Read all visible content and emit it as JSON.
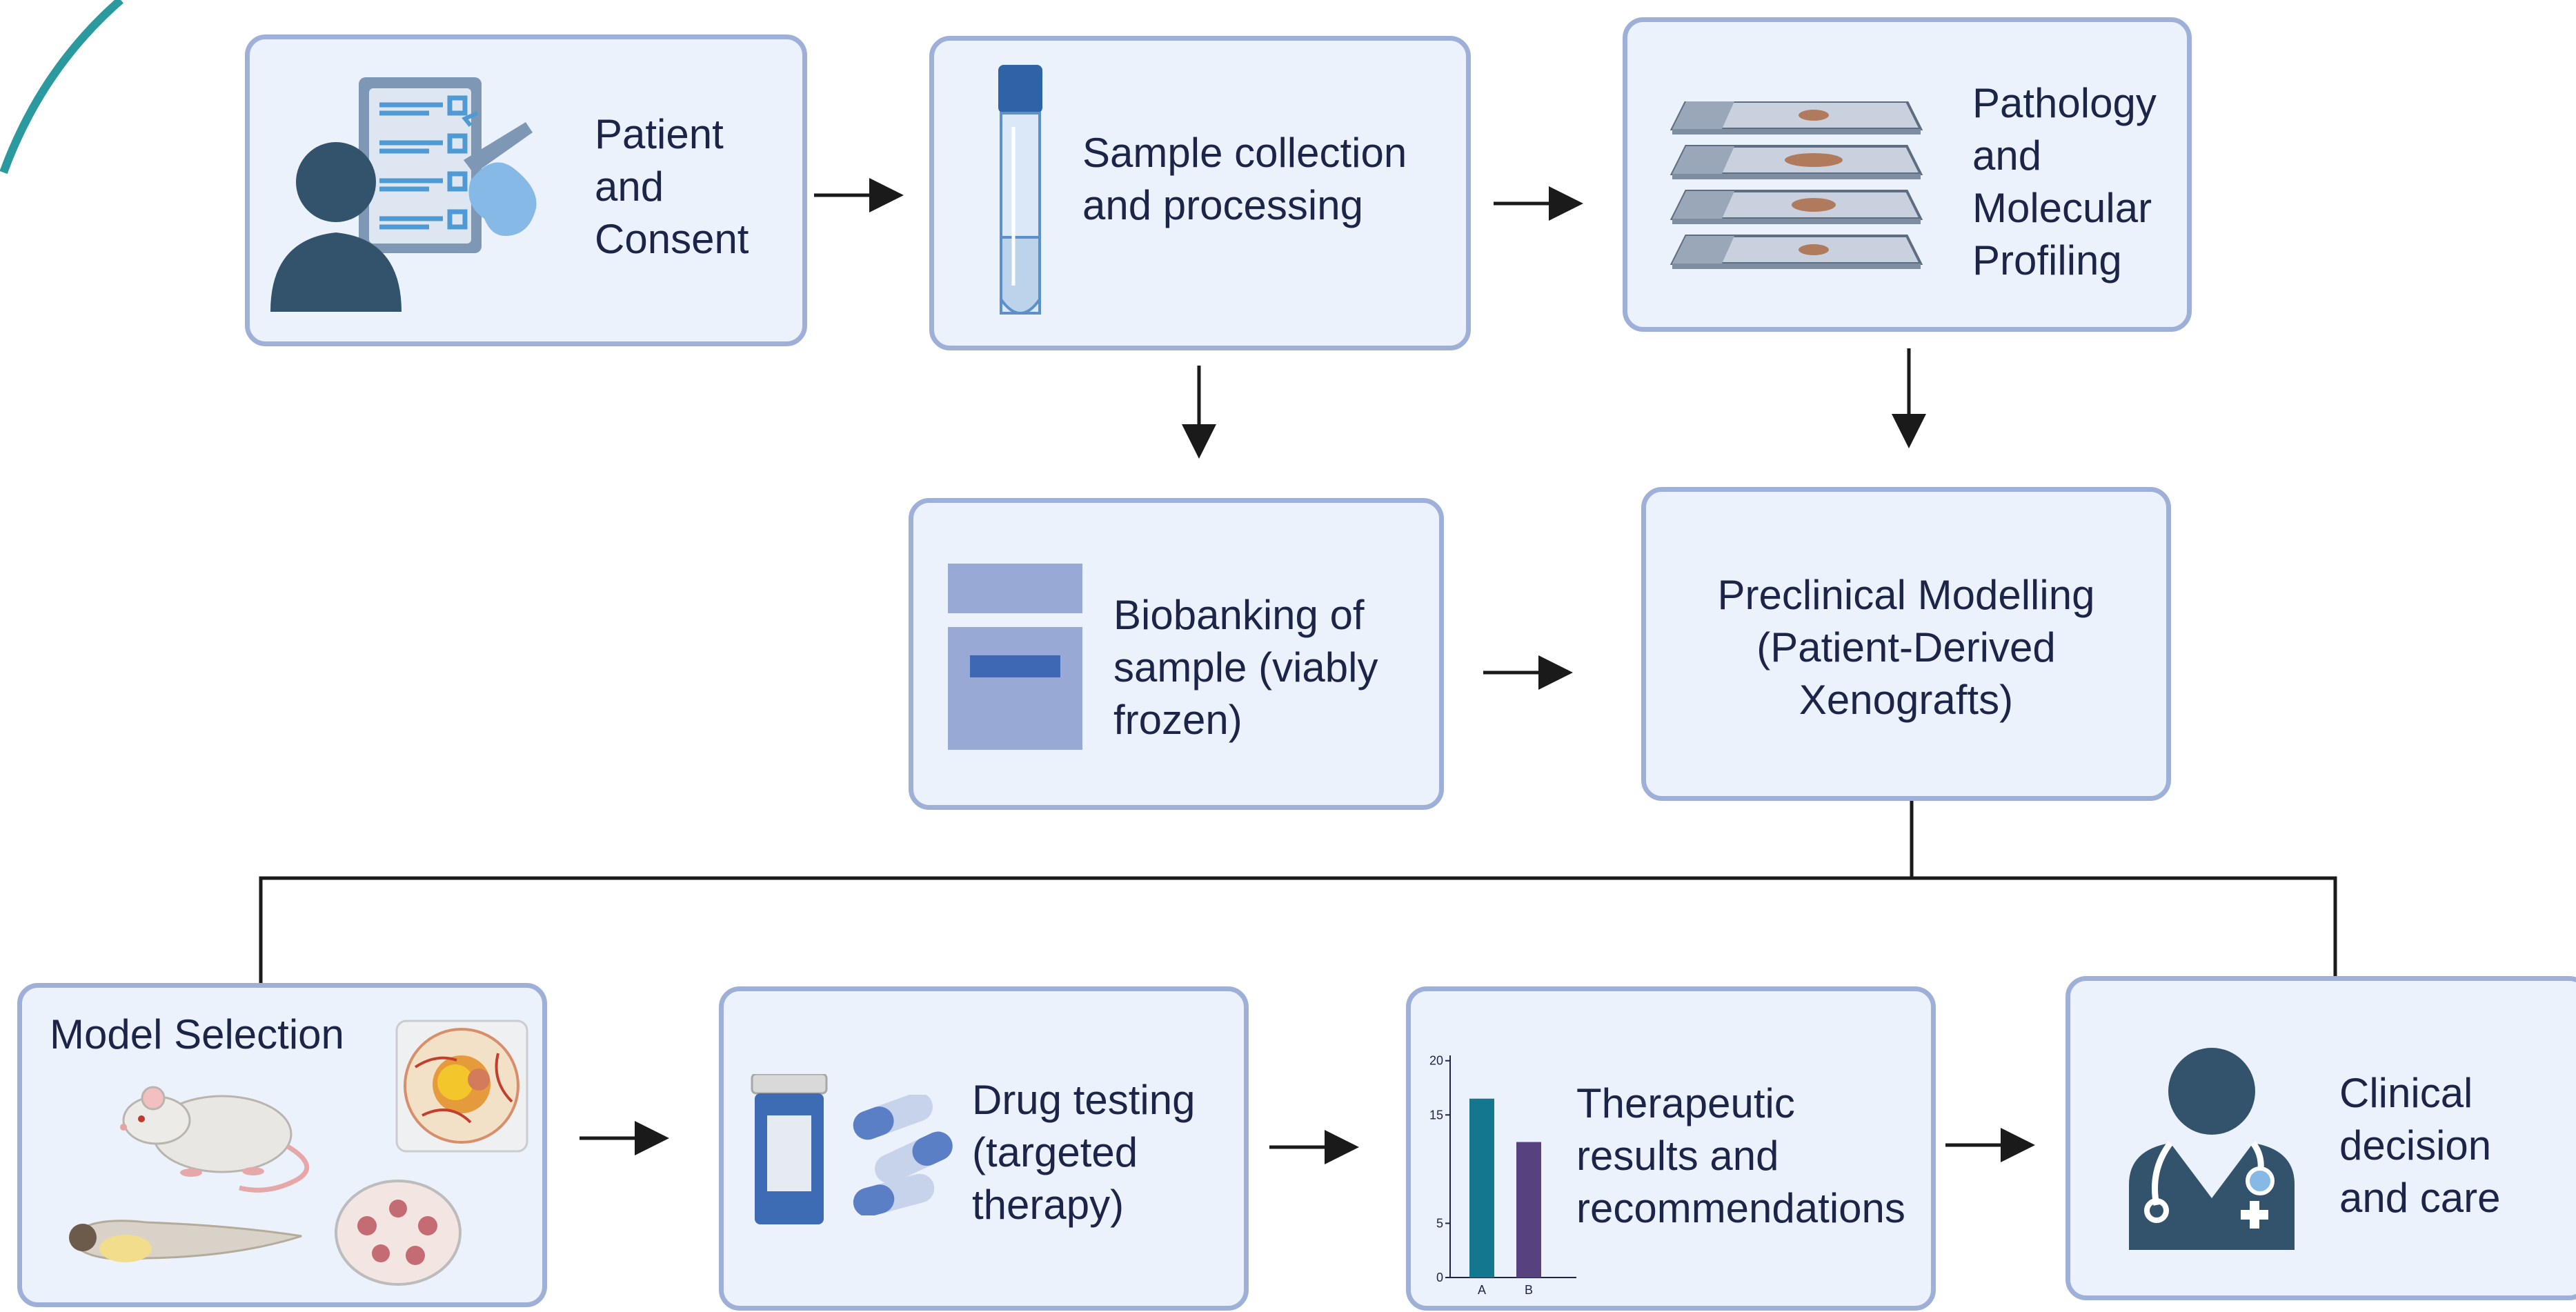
{
  "nodes": {
    "patient_consent": {
      "lines": [
        "Patient",
        "and",
        "Consent"
      ]
    },
    "sample_collection": {
      "lines": [
        "Sample collection",
        "and processing"
      ]
    },
    "pathology": {
      "lines": [
        "Pathology",
        "and",
        "Molecular",
        "Profiling"
      ]
    },
    "biobanking": {
      "lines": [
        "Biobanking of",
        "sample (viably",
        "frozen)"
      ]
    },
    "preclinical": {
      "lines": [
        "Preclinical Modelling",
        "(Patient-Derived",
        "Xenografts)"
      ]
    },
    "model_selection": {
      "lines": [
        "Model Selection"
      ]
    },
    "drug_testing": {
      "lines": [
        "Drug testing",
        "(targeted",
        "therapy)"
      ]
    },
    "therapeutic": {
      "lines": [
        "Therapeutic",
        "results and",
        "recommendations"
      ]
    },
    "clinical": {
      "lines": [
        "Clinical",
        "decision",
        "and care"
      ]
    }
  },
  "mini_chart": {
    "type": "bar",
    "categories": [
      "A",
      "B"
    ],
    "values": [
      16.5,
      12.5
    ],
    "yticks": [
      0,
      5,
      15,
      20
    ],
    "ylim": [
      0,
      21
    ],
    "colors": [
      "#13788f",
      "#57427f"
    ]
  },
  "colors": {
    "box_fill": "#ecf2fb",
    "box_border": "#9fb0d8",
    "arrow": "#1a1a1a",
    "accent_arc": "#2a9a9e",
    "figure_dark": "#33536d"
  },
  "icons": [
    "clipboard-consent-icon",
    "sample-tube-icon",
    "pathology-slides-icon",
    "frozen-vials-icon",
    "mouse-icon",
    "zebrafish-icon",
    "egg-cam-icon",
    "organoid-dish-icon",
    "pill-bottle-icon",
    "capsules-icon",
    "doctor-icon"
  ]
}
